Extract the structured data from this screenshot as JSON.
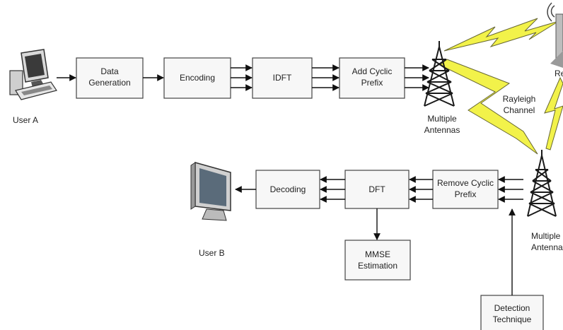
{
  "nodes": {
    "user_a": "User A",
    "data_generation": [
      "Data",
      "Generation"
    ],
    "encoding": "Encoding",
    "idft": "IDFT",
    "add_cyclic_prefix": [
      "Add Cyclic",
      "Prefix"
    ],
    "multiple_antennas_tx": [
      "Multiple",
      "Antennas"
    ],
    "relay": "Re",
    "rayleigh_channel": [
      "Rayleigh",
      "Channel"
    ],
    "multiple_antennas_rx": [
      "Multiple",
      "Antenna"
    ],
    "remove_cyclic_prefix": [
      "Remove Cyclic",
      "Prefix"
    ],
    "dft": "DFT",
    "decoding": "Decoding",
    "user_b": "User B",
    "mmse_estimation": [
      "MMSE",
      "Estimation"
    ],
    "detection_technique": [
      "Detection",
      "Technique"
    ]
  },
  "colors": {
    "box_fill": "#f7f7f7",
    "box_stroke": "#444444",
    "lightning": "#f2f24a",
    "lightning_outline": "#666633",
    "tower": "#1a1a1a"
  },
  "icons": [
    "computer-icon",
    "monitor-icon",
    "antenna-tower-icon",
    "lightning-bolt-icon"
  ]
}
